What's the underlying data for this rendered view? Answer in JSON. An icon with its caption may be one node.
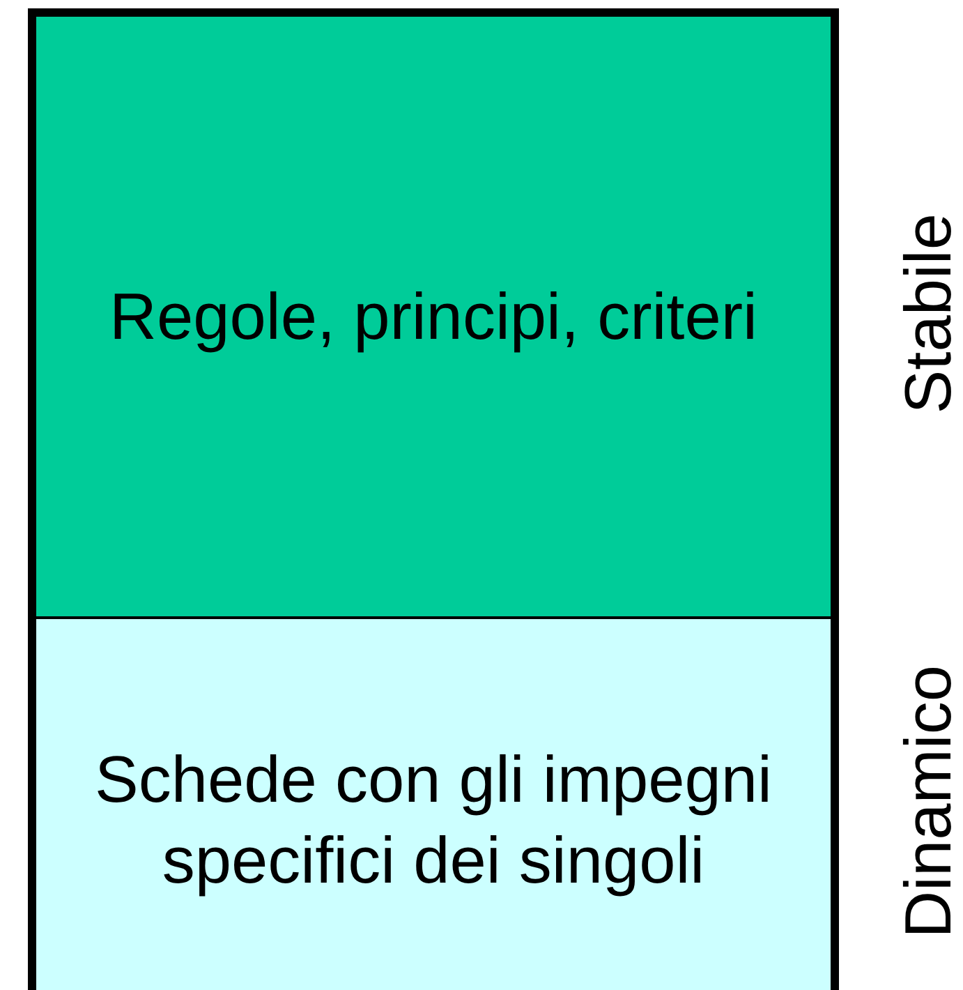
{
  "diagram": {
    "nodes": [
      {
        "text": [
          "Regole, principi, criteri"
        ],
        "beside": [
          "Stabile"
        ]
      },
      {
        "text": [
          "Schede con gli impegni specifici dei singoli"
        ],
        "beside": [
          "Dinamico"
        ]
      }
    ]
  }
}
